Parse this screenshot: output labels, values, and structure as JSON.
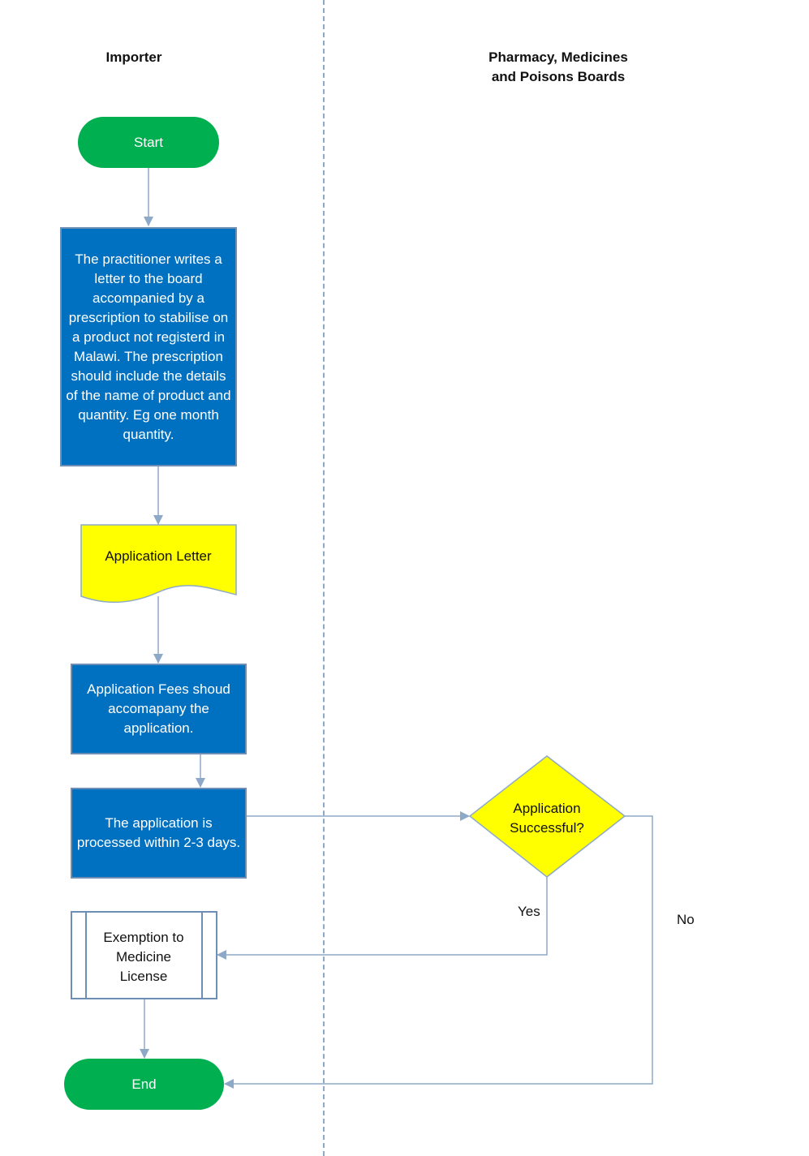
{
  "lanes": {
    "importer": "Importer",
    "board": "Pharmacy, Medicines\nand Poisons Boards"
  },
  "nodes": {
    "start": "Start",
    "practitioner_letter": "The practitioner writes a letter to the board accompanied by a prescription to stabilise on a product not registerd in Malawi. The prescription should include the  details of the name of product and quantity. Eg one month quantity.",
    "application_letter": "Application Letter",
    "application_fees": "Application Fees shoud accomapany the application.",
    "processing": "The application is processed within 2-3 days.",
    "decision_line1": "Application",
    "decision_line2": "Successful?",
    "exemption_line1": "Exemption to",
    "exemption_line2": "Medicine",
    "exemption_line3": "License",
    "end": "End"
  },
  "edges": {
    "yes_label": "Yes",
    "no_label": "No"
  },
  "colors": {
    "terminator": "#00b050",
    "process": "#0070c0",
    "document": "#ffff00",
    "decision": "#ffff00",
    "connector": "#8ea9c8",
    "divider": "#8ea9c8"
  }
}
